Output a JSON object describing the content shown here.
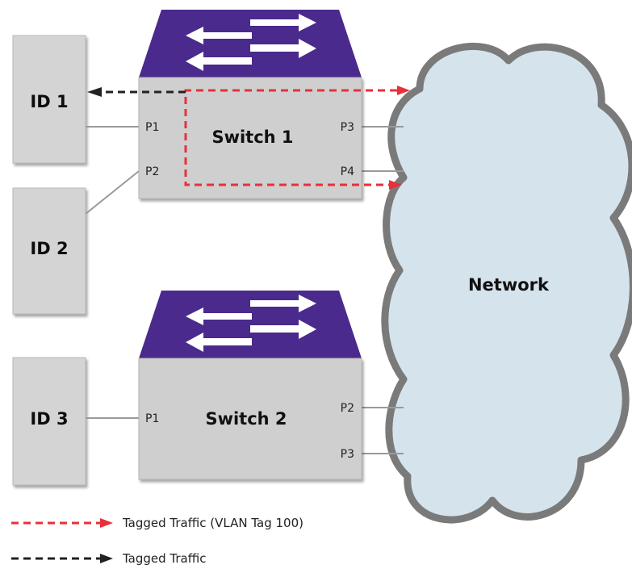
{
  "devices": {
    "id1": "ID 1",
    "id2": "ID 2",
    "id3": "ID 3"
  },
  "switches": [
    {
      "label": "Switch 1",
      "ports": [
        "P1",
        "P2",
        "P3",
        "P4"
      ]
    },
    {
      "label": "Switch 2",
      "ports": [
        "P1",
        "P2",
        "P3"
      ]
    }
  ],
  "network": {
    "label": "Network"
  },
  "legend": {
    "vlan_tagged": "Tagged Traffic (VLAN Tag 100)",
    "tagged": "Tagged Traffic"
  },
  "colors": {
    "switch_top": "#4a2a8c",
    "switch_body": "#cfcfcf",
    "device_fill": "#d4d4d4",
    "cloud_fill": "#d5e3ec",
    "cloud_stroke": "#7a7a7a",
    "vlan_line": "#e8303a",
    "tagged_line": "#222222"
  }
}
